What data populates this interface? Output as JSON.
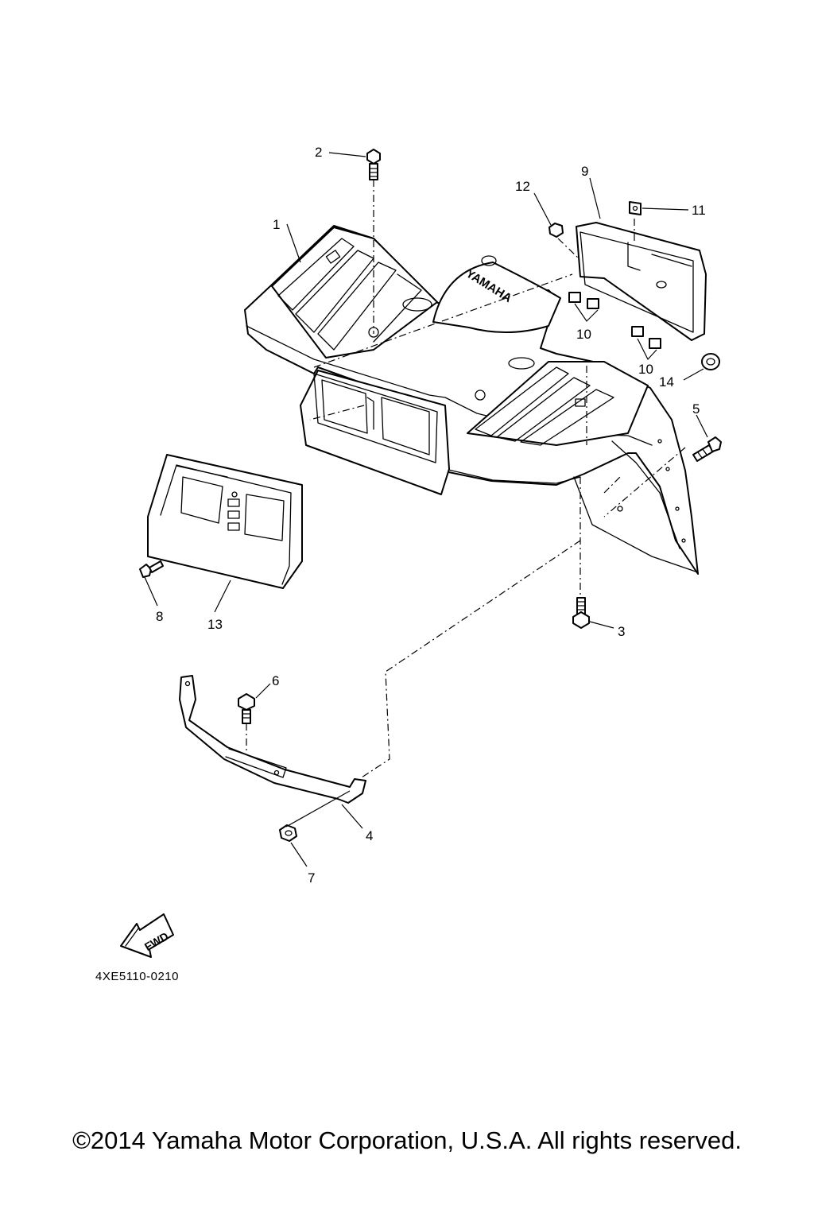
{
  "diagram_code": "4XE5110-0210",
  "fwd_label": "FWD",
  "logo_text": "YAMAHA",
  "copyright": "©2014 Yamaha Motor Corporation, U.S.A. All rights reserved.",
  "callouts": [
    "1",
    "2",
    "3",
    "4",
    "5",
    "6",
    "7",
    "8",
    "9",
    "10",
    "10",
    "11",
    "12",
    "13",
    "14"
  ]
}
